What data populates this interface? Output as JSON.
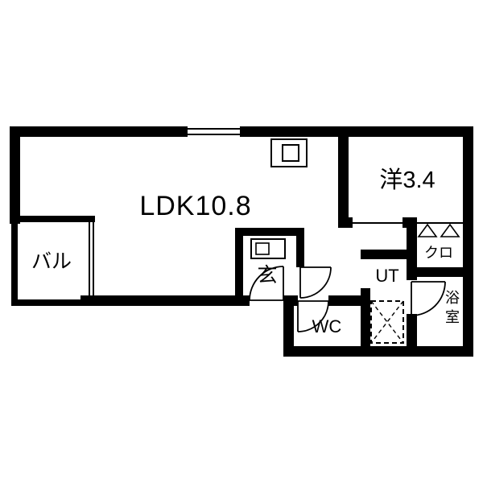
{
  "rooms": {
    "ldk": {
      "label": "LDK10.8"
    },
    "western_room": {
      "label": "洋3.4"
    },
    "balcony": {
      "label": "バル"
    },
    "entrance": {
      "label": "玄"
    },
    "toilet": {
      "label": "WC"
    },
    "utility": {
      "label": "UT"
    },
    "closet": {
      "label": "クロ"
    },
    "bathroom": {
      "label_char_1": "浴",
      "label_char_2": "室"
    }
  },
  "colors": {
    "wall": "#000000",
    "background": "#ffffff",
    "text": "#000000"
  }
}
